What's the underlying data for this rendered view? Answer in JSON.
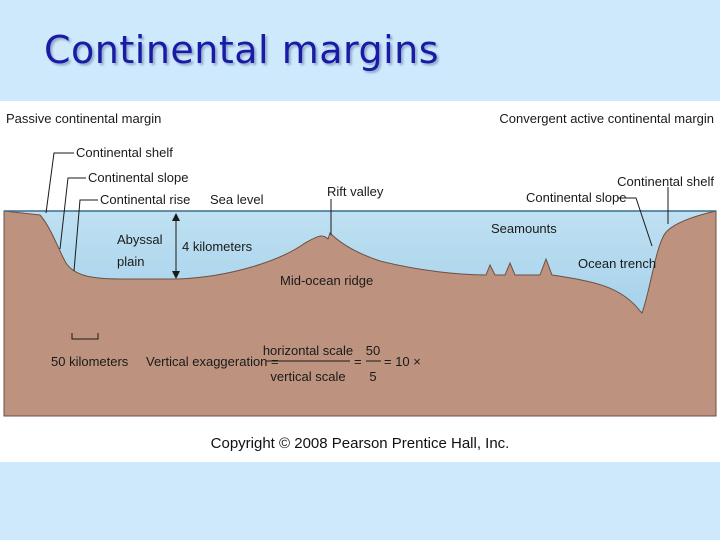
{
  "slide": {
    "title": "Continental margins"
  },
  "figure": {
    "left_heading": "Passive continental margin",
    "right_heading": "Convergent active continental margin",
    "labels": {
      "continental_shelf_left": "Continental shelf",
      "continental_slope_left": "Continental slope",
      "continental_rise": "Continental rise",
      "sea_level": "Sea level",
      "rift_valley": "Rift valley",
      "abyssal_plain_line1": "Abyssal",
      "abyssal_plain_line2": "plain",
      "depth": "4 kilometers",
      "mid_ocean_ridge": "Mid-ocean ridge",
      "seamounts": "Seamounts",
      "ocean_trench": "Ocean trench",
      "continental_slope_right": "Continental slope",
      "continental_shelf_right": "Continental shelf"
    },
    "scale_bar_label": "50 kilometers",
    "exaggeration": {
      "prefix": "Vertical exaggeration =",
      "numerator": "horizontal scale",
      "denominator": "vertical scale",
      "equals1": "=",
      "frac_num": "50",
      "frac_den": "5",
      "result": "= 10 ×"
    },
    "copyright": "Copyright © 2008 Pearson Prentice Hall, Inc."
  },
  "colors": {
    "background": "#cde9fb",
    "title": "#1a1aa6",
    "crust": "#bd937f",
    "water": "#a9d4ea",
    "sky": "#ffffff"
  }
}
